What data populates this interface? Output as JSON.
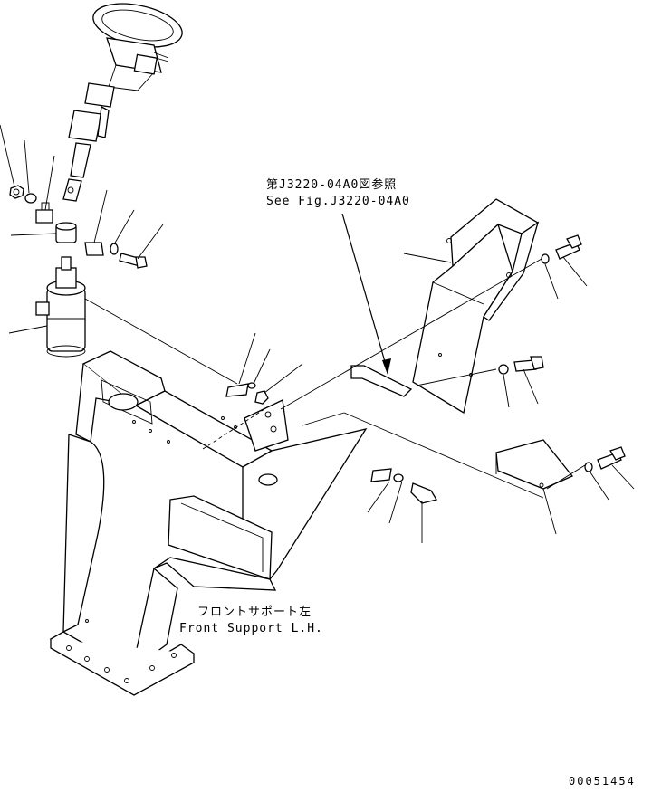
{
  "labels": {
    "ref_jp": "第J3220-04A0図参照",
    "ref_en": "See Fig.J3220-04A0",
    "support_jp": "フロントサポート左",
    "support_en": "Front Support L.H."
  },
  "drawing_code": "00051454"
}
